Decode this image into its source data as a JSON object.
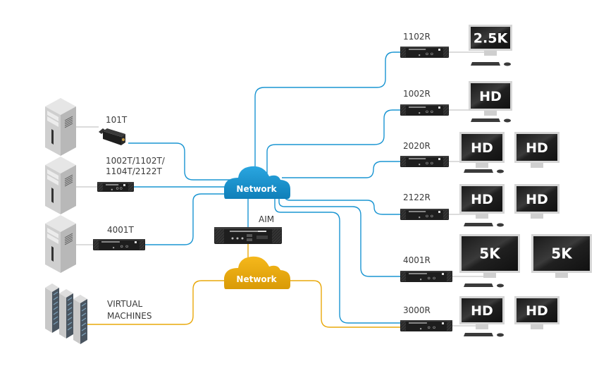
{
  "colors": {
    "network_primary": "#1a95d2",
    "network_secondary": "#e9a80a",
    "cable_gray": "#c8c8c8",
    "device_body": "#1e1e1e",
    "monitor_frame": "#d4d4d4"
  },
  "clouds": [
    {
      "id": "primary",
      "label": "Network",
      "color": "#1a95d2"
    },
    {
      "id": "secondary",
      "label": "Network",
      "color": "#e9a80a"
    }
  ],
  "hub": {
    "label": "AIM"
  },
  "sources": [
    {
      "id": "src-101t",
      "kind": "pc-tower",
      "device": "usb-dongle",
      "label_lines": [
        "101T"
      ]
    },
    {
      "id": "src-1002t",
      "kind": "pc-tower",
      "device": "transmitter",
      "label_lines": [
        "1002T/1102T/",
        "1104T/2122T"
      ]
    },
    {
      "id": "src-4001t",
      "kind": "pc-tower",
      "device": "transmitter",
      "label_lines": [
        "4001T"
      ]
    },
    {
      "id": "src-vm",
      "kind": "server-rack",
      "device": "none",
      "label_lines": [
        "VIRTUAL",
        "MACHINES"
      ]
    }
  ],
  "receivers": [
    {
      "id": "rx-1102r",
      "label": "1102R",
      "monitors": [
        "2.5K"
      ]
    },
    {
      "id": "rx-1002r",
      "label": "1002R",
      "monitors": [
        "HD"
      ]
    },
    {
      "id": "rx-2020r",
      "label": "2020R",
      "monitors": [
        "HD",
        "HD"
      ]
    },
    {
      "id": "rx-2122r",
      "label": "2122R",
      "monitors": [
        "HD",
        "HD"
      ]
    },
    {
      "id": "rx-4001r",
      "label": "4001R",
      "monitors": [
        "5K",
        "5K"
      ]
    },
    {
      "id": "rx-3000r",
      "label": "3000R",
      "monitors": [
        "HD",
        "HD"
      ]
    }
  ]
}
